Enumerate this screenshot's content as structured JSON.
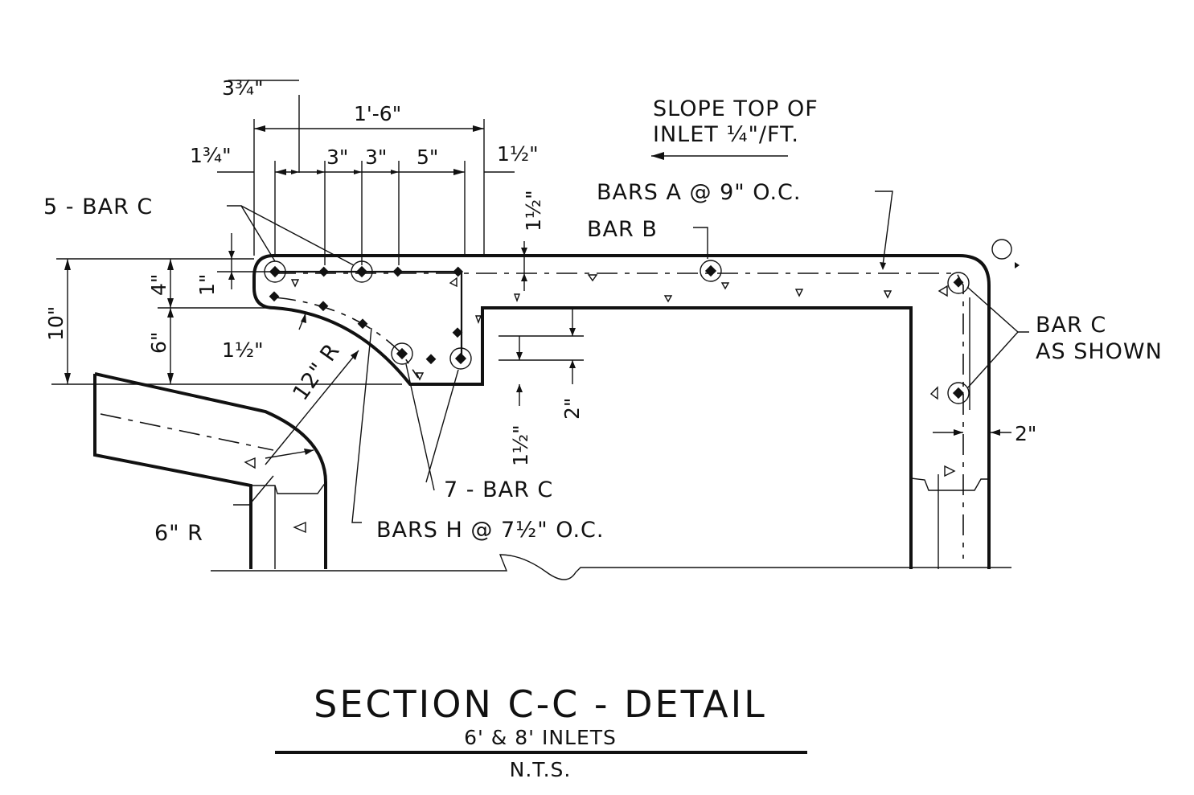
{
  "title": "SECTION C-C - DETAIL",
  "subtitle": "6' & 8' INLETS",
  "scale_note": "N.T.S.",
  "notes": {
    "slope_line1": "SLOPE TOP OF",
    "slope_line2": "INLET ¼\"/FT."
  },
  "callouts": {
    "bar_c_5": "5 - BAR C",
    "bars_a": "BARS A @ 9\" O.C.",
    "bar_b": "BAR B",
    "bar_c_as_shown_1": "BAR C",
    "bar_c_as_shown_2": "AS SHOWN",
    "bar_c_7": "7 - BAR C",
    "bars_h": "BARS H @ 7½\" O.C.",
    "radius_12": "12\" R",
    "radius_6": "6\" R"
  },
  "dimensions": {
    "d_3_3_4": "3¾\"",
    "d_1_6": "1'-6\"",
    "d_1_3_4": "1¾\"",
    "d_3a": "3\"",
    "d_3b": "3\"",
    "d_5": "5\"",
    "d_1_1_2_top": "1½\"",
    "d_1_1_2_vert": "1½\"",
    "d_10": "10\"",
    "d_6": "6\"",
    "d_4": "4\"",
    "d_1": "1\"",
    "d_1_1_2_left": "1½\"",
    "d_1_1_2_lower": "1½\"",
    "d_2_vert": "2\"",
    "d_2_right": "2\""
  }
}
